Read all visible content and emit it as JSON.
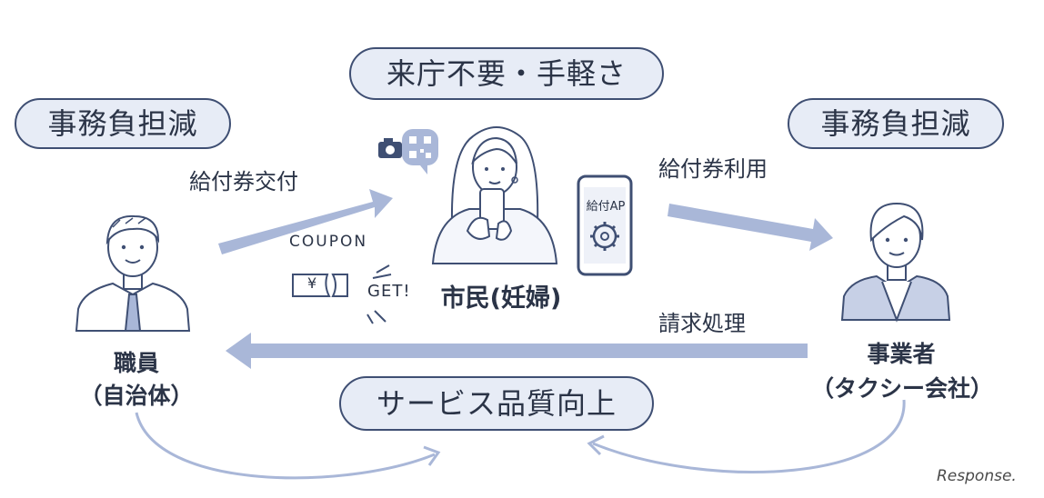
{
  "pills": {
    "top_center": "来庁不要・手軽さ",
    "top_left": "事務負担減",
    "top_right": "事務負担減",
    "bottom_center": "サービス品質向上"
  },
  "flows": {
    "issue": "給付券交付",
    "use": "給付券利用",
    "billing": "請求処理"
  },
  "actors": {
    "staff_line1": "職員",
    "staff_line2": "（自治体）",
    "citizen": "市民(妊婦)",
    "operator_line1": "事業者",
    "operator_line2": "（タクシー会社）"
  },
  "app_label": "給付AP",
  "coupon": {
    "word": "COUPON",
    "yen": "¥",
    "get": "GET!"
  },
  "watermark": "Response.",
  "colors": {
    "arrow": "#a9b7d8",
    "outline": "#3f4f73",
    "pill_fill": "#e7ecf6"
  }
}
